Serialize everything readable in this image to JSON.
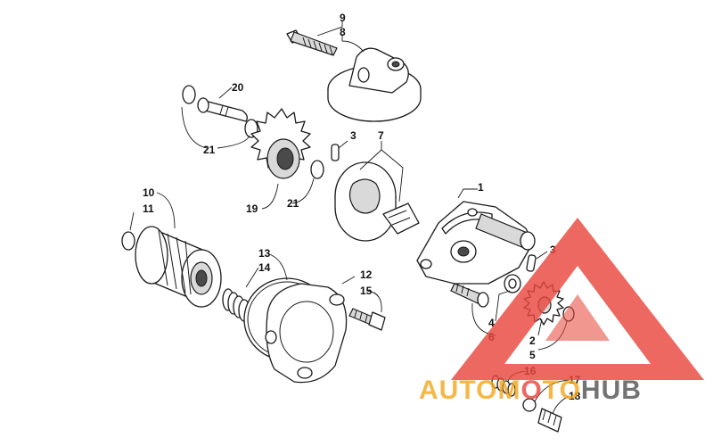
{
  "callouts": {
    "c9": "9",
    "c8": "8",
    "c20": "20",
    "c21a": "21",
    "c3a": "3",
    "c7": "7",
    "c1": "1",
    "c19": "19",
    "c21b": "21",
    "c10": "10",
    "c11": "11",
    "c13": "13",
    "c14": "14",
    "c12": "12",
    "c15": "15",
    "c3b": "3",
    "c4": "4",
    "c6": "6",
    "c2": "2",
    "c5": "5",
    "c16": "16",
    "c17": "17",
    "c18": "18"
  },
  "watermark": {
    "part1": "AUTOM",
    "part2": "O",
    "part3": "TO",
    "part4": "HUB",
    "colors": {
      "red": "#e8483f",
      "orange": "#f3a81f",
      "gray": "#555555"
    }
  }
}
